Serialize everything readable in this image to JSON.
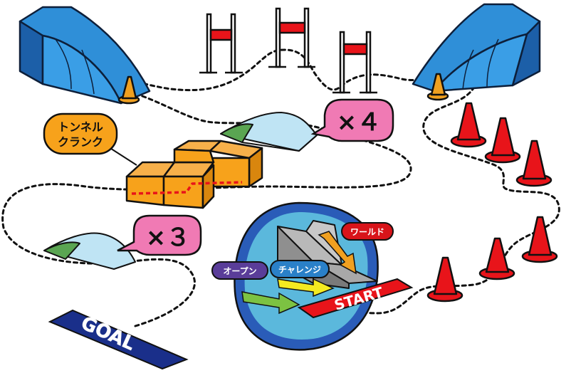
{
  "labels": {
    "tunnel_line1": "トンネル",
    "tunnel_line2": "クランク",
    "repeat_top": "×４",
    "repeat_left": "×３",
    "world": "ワールド",
    "open": "オープン",
    "challenge": "チャレンジ",
    "start": "START",
    "goal": "GOAL"
  },
  "colors": {
    "ramp_blue": "#2f8fd8",
    "ramp_dark": "#1c5fa8",
    "cone_red": "#e8141a",
    "cone_orange": "#f0a020",
    "box_orange": "#f7a21b",
    "pink_badge": "#f07ab4",
    "start_red": "#e8141a",
    "goal_navy": "#1a2f8a",
    "hill_blue": "#bfe4f4",
    "hill_green": "#5aa552",
    "path_black": "#111111",
    "world_tag": "#d8141a",
    "open_tag": "#5a3d99",
    "challenge_tag": "#2a80c8",
    "arrow_green": "#7cc242",
    "arrow_yellow": "#f4ea20",
    "arrow_orange": "#f0a020",
    "start_zone": "#5bb8dc",
    "start_ring": "#2a5cb8"
  },
  "icons": [
    "launch-ramp",
    "hurdle-gate",
    "traffic-cone",
    "wave-bump",
    "tunnel-box",
    "start-ramp"
  ]
}
